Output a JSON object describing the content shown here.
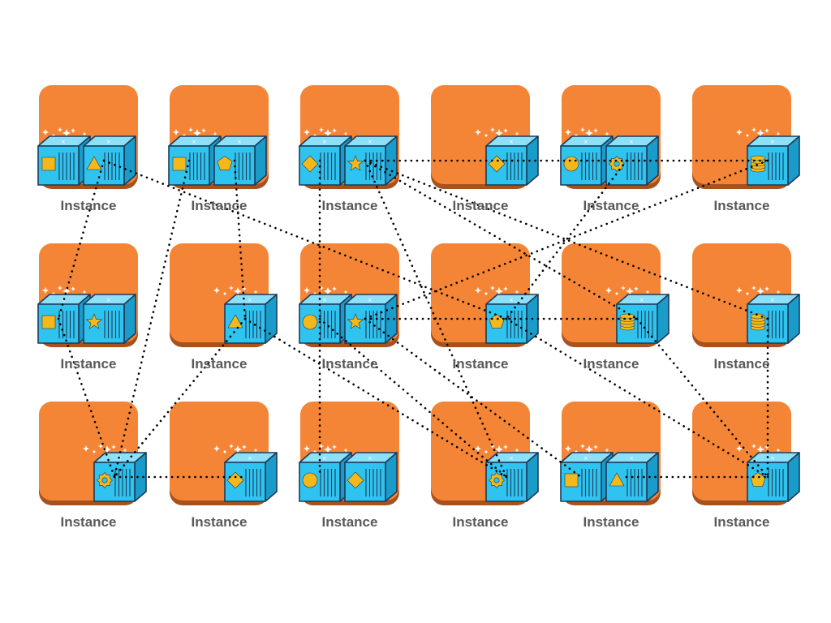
{
  "tiles": [
    {
      "label": "Instance",
      "containers": [
        "square",
        "triangle"
      ]
    },
    {
      "label": "Instance",
      "containers": [
        "square",
        "pentagon"
      ]
    },
    {
      "label": "Instance",
      "containers": [
        "diamond",
        "star"
      ]
    },
    {
      "label": "Instance",
      "containers": [
        "diamond"
      ]
    },
    {
      "label": "Instance",
      "containers": [
        "circle",
        "gear"
      ]
    },
    {
      "label": "Instance",
      "containers": [
        "stack"
      ]
    },
    {
      "label": "Instance",
      "containers": [
        "square",
        "star"
      ]
    },
    {
      "label": "Instance",
      "containers": [
        "triangle"
      ]
    },
    {
      "label": "Instance",
      "containers": [
        "circle",
        "star"
      ]
    },
    {
      "label": "Instance",
      "containers": [
        "pentagon"
      ]
    },
    {
      "label": "Instance",
      "containers": [
        "stack"
      ]
    },
    {
      "label": "Instance",
      "containers": [
        "stack"
      ]
    },
    {
      "label": "Instance",
      "containers": [
        "gear"
      ]
    },
    {
      "label": "Instance",
      "containers": [
        "diamond"
      ]
    },
    {
      "label": "Instance",
      "containers": [
        "circle",
        "diamond"
      ]
    },
    {
      "label": "Instance",
      "containers": [
        "gear"
      ]
    },
    {
      "label": "Instance",
      "containers": [
        "square",
        "triangle"
      ]
    },
    {
      "label": "Instance",
      "containers": [
        "pentagon"
      ]
    }
  ],
  "connections": [
    [
      0,
      1,
      6,
      0
    ],
    [
      0,
      1,
      9,
      0
    ],
    [
      1,
      0,
      12,
      0
    ],
    [
      1,
      1,
      7,
      0
    ],
    [
      2,
      0,
      14,
      0
    ],
    [
      2,
      1,
      3,
      0
    ],
    [
      2,
      1,
      10,
      0
    ],
    [
      2,
      1,
      11,
      0
    ],
    [
      2,
      1,
      15,
      0
    ],
    [
      3,
      0,
      5,
      0
    ],
    [
      4,
      1,
      9,
      0
    ],
    [
      5,
      0,
      8,
      1
    ],
    [
      6,
      0,
      12,
      0
    ],
    [
      7,
      0,
      12,
      0
    ],
    [
      8,
      1,
      10,
      0
    ],
    [
      8,
      0,
      15,
      0
    ],
    [
      8,
      1,
      16,
      0
    ],
    [
      9,
      0,
      17,
      0
    ],
    [
      10,
      0,
      17,
      0
    ],
    [
      11,
      0,
      17,
      0
    ],
    [
      12,
      0,
      13,
      0
    ],
    [
      16,
      1,
      17,
      0
    ],
    [
      7,
      0,
      15,
      0
    ]
  ],
  "colors": {
    "tile": "#f58536",
    "tile_shadow": "#a7511e",
    "container_front": "#2fc3f0",
    "container_top": "#8ee0f8",
    "container_side": "#1a9ccb",
    "container_stroke": "#1e3a57",
    "symbol": "#f4b81a",
    "sparkle": "#ffffff",
    "connector": "#000000",
    "label": "#58595b"
  }
}
